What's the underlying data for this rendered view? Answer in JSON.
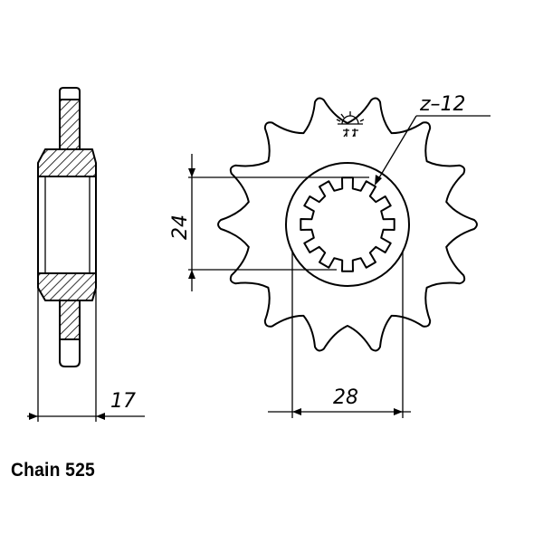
{
  "dimensions": {
    "thickness": "17",
    "spline_diameter": "24",
    "hub_diameter": "28",
    "teeth": "z–12"
  },
  "caption": "Chain 525",
  "icons": {
    "logo": "sun-rays-logo"
  }
}
